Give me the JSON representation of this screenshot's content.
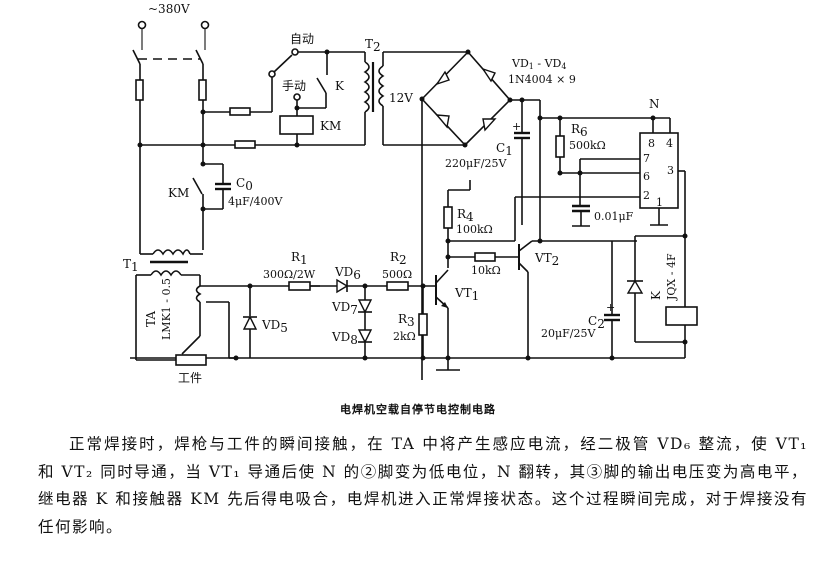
{
  "diagram": {
    "title": "电焊机空载自停节电控制电路",
    "supply": {
      "label": "~380V"
    },
    "switch_positions": {
      "auto": "自动",
      "manual": "手动"
    },
    "components": {
      "T2": {
        "label": "T",
        "sub": "2",
        "secondary": "12V"
      },
      "bridge": {
        "label": "VD1 - VD4",
        "label_main": "VD",
        "sub1": "1",
        "dash": " - VD",
        "sub2": "4",
        "part": "1N4004 × 9"
      },
      "C1": {
        "label": "C",
        "sub": "1",
        "value": "220μF/25V"
      },
      "R6": {
        "label": "R",
        "sub": "6",
        "value": "500kΩ"
      },
      "N": {
        "label": "N",
        "pins": [
          "8",
          "4",
          "7",
          "6",
          "2",
          "3",
          "1"
        ]
      },
      "K_relay_contact": {
        "label": "K"
      },
      "KM_coil": {
        "label": "KM"
      },
      "KM_contact": {
        "label": "KM"
      },
      "C0": {
        "label": "C",
        "sub": "0",
        "value": "4μF/400V"
      },
      "C_timing": {
        "value": "0.01μF"
      },
      "R4": {
        "label": "R",
        "sub": "4",
        "value": "100kΩ"
      },
      "R_base": {
        "value": "10kΩ"
      },
      "VT2": {
        "label": "VT",
        "sub": "2"
      },
      "VT1": {
        "label": "VT",
        "sub": "1"
      },
      "T1": {
        "label": "T",
        "sub": "1"
      },
      "TA": {
        "label": "TA",
        "model": "LMK1 - 0.5"
      },
      "R1": {
        "label": "R",
        "sub": "1",
        "value": "300Ω/2W"
      },
      "VD6": {
        "label": "VD",
        "sub": "6"
      },
      "R2": {
        "label": "R",
        "sub": "2",
        "value": "500Ω"
      },
      "VD5": {
        "label": "VD",
        "sub": "5"
      },
      "VD7": {
        "label": "VD",
        "sub": "7"
      },
      "VD8": {
        "label": "VD",
        "sub": "8"
      },
      "R3": {
        "label": "R",
        "sub": "3",
        "value": "2kΩ"
      },
      "C2": {
        "label": "C",
        "sub": "2",
        "value": "20μF/25V"
      },
      "K_coil": {
        "label": "K",
        "model": "JQX - 4F"
      },
      "workpiece": {
        "label": "工件"
      }
    }
  },
  "caption": "电焊机空载自停节电控制电路",
  "paragraph": "正常焊接时，焊枪与工件的瞬间接触，在 TA 中将产生感应电流，经二极管 VD₆ 整流，使 VT₁ 和 VT₂ 同时导通，当 VT₁ 导通后使 N 的②脚变为低电位，N 翻转，其③脚的输出电压变为高电平，继电器 K 和接触器 KM 先后得电吸合，电焊机进入正常焊接状态。这个过程瞬间完成，对于焊接没有任何影响。"
}
